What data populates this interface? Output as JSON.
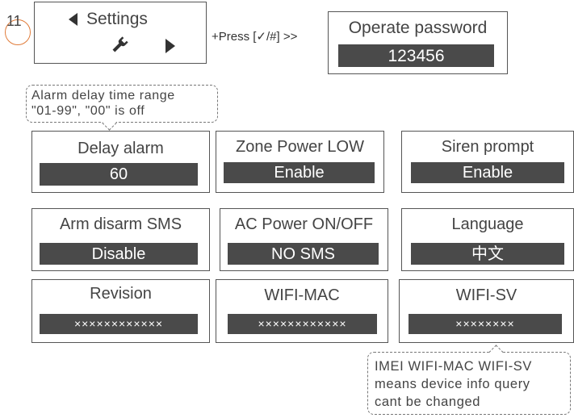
{
  "step": {
    "number": "11"
  },
  "settings_screen": {
    "title": "Settings"
  },
  "instruction": {
    "text": "+Press [✓/#] >>"
  },
  "operate_password": {
    "title": "Operate password",
    "value": "123456"
  },
  "note_delay": {
    "line1": "Alarm delay time range",
    "line2": "\"01-99\", \"00\" is off"
  },
  "panels": [
    {
      "title": "Delay alarm",
      "value": "60"
    },
    {
      "title": "Zone Power LOW",
      "value": "Enable"
    },
    {
      "title": "Siren prompt",
      "value": "Enable"
    },
    {
      "title": "Arm disarm SMS",
      "value": "Disable"
    },
    {
      "title": "AC Power ON/OFF",
      "value": "NO SMS"
    },
    {
      "title": "Language",
      "value": "中文"
    },
    {
      "title": "Revision",
      "value": "××××××××××××"
    },
    {
      "title": "WIFI-MAC",
      "value": "××××××××××××"
    },
    {
      "title": "WIFI-SV",
      "value": "××××××××"
    }
  ],
  "note_info": {
    "line1": "IMEI WIFI-MAC WIFI-SV",
    "line2": "means device info query",
    "line3": "cant be changed"
  },
  "colors": {
    "bar": "#4a4a4a",
    "circle": "#e07b39",
    "border": "#555555"
  }
}
